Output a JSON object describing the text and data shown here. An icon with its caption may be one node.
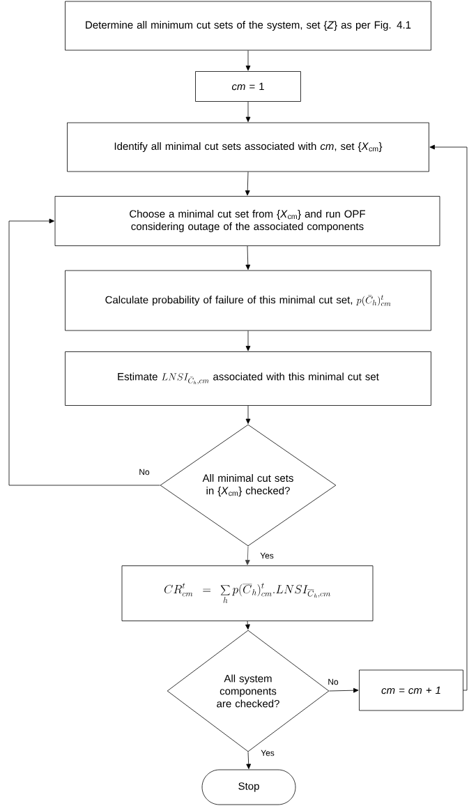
{
  "diagram": {
    "nodes": [
      {
        "text": [
          "Determine all minimum cut sets of the system, set {*Z*} as per Fig. 4.1"
        ]
      },
      {
        "text": [
          "*cm* = 1"
        ]
      },
      {
        "text": [
          "Identify all minimal cut sets associated with *cm*, set {*X*$_{cm}$}"
        ]
      },
      {
        "text": [
          "Choose a minimal cut set from {*X*$_{cm}$} and run OPF considering outage of the associated components"
        ]
      },
      {
        "text": [
          "Calculate probability of failure of this minimal cut set,",
          "p(\\bar{C}_h)^t_{cm}"
        ]
      },
      {
        "text": [
          "Estimate",
          "LNSI_{\\bar{C}_h,cm}",
          "associated with this minimal cut set"
        ]
      },
      {
        "text": [
          "All minimal cut sets in {*X*$_{cm}$} checked?"
        ]
      },
      {
        "text": [
          "CR^t_{cm} = \\sum_h p(\\overline{C}_h)^t_{cm}.LNSI_{\\overline{C}_h,cm}"
        ]
      },
      {
        "text": [
          "All system components are checked?"
        ]
      },
      {
        "text": [
          "cm = cm + 1"
        ]
      },
      {
        "text": [
          "Stop"
        ]
      }
    ],
    "edges": [
      {
        "from": 0,
        "to": 1,
        "arrow": "to"
      },
      {
        "from": 1,
        "to": 2,
        "arrow": "to"
      },
      {
        "from": 2,
        "to": 3,
        "arrow": "to"
      },
      {
        "from": 3,
        "to": 4,
        "arrow": "to"
      },
      {
        "from": 4,
        "to": 5,
        "arrow": "to"
      },
      {
        "from": 5,
        "to": 6,
        "arrow": "to"
      },
      {
        "from": 6,
        "to": 3,
        "arrow": "to",
        "label": "No"
      },
      {
        "from": 6,
        "to": 7,
        "arrow": "to",
        "label": "Yes",
        "color": "#404040"
      },
      {
        "from": 7,
        "to": 8,
        "arrow": "to"
      },
      {
        "from": 8,
        "to": 9,
        "arrow": "to",
        "label": "No"
      },
      {
        "from": 9,
        "to": 2,
        "arrow": "to"
      },
      {
        "from": 8,
        "to": 10,
        "arrow": "to",
        "label": "Yes"
      }
    ]
  }
}
